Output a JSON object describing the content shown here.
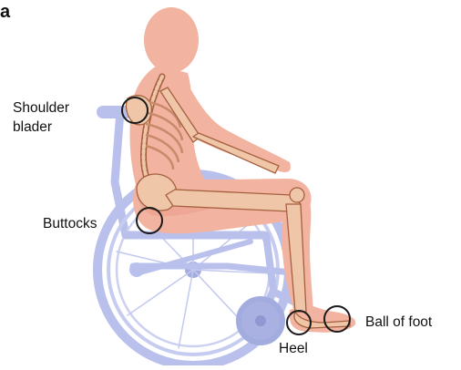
{
  "figure": {
    "panel_letter": "a",
    "colors": {
      "wheelchair": "#b9c0ec",
      "wheelchair_dark": "#a3acde",
      "skin": "#f2b3a0",
      "skin_shadow": "#e79a86",
      "bone": "#efc7a8",
      "bone_outline": "#a5603f",
      "marker": "#1a1a1a"
    },
    "labels": {
      "shoulder_line1": "Shoulder",
      "shoulder_line2": "blader",
      "buttocks": "Buttocks",
      "heel": "Heel",
      "ball_of_foot": "Ball of foot"
    },
    "markers": [
      "shoulder-blade-marker",
      "buttocks-marker",
      "heel-marker",
      "ball-of-foot-marker"
    ]
  }
}
